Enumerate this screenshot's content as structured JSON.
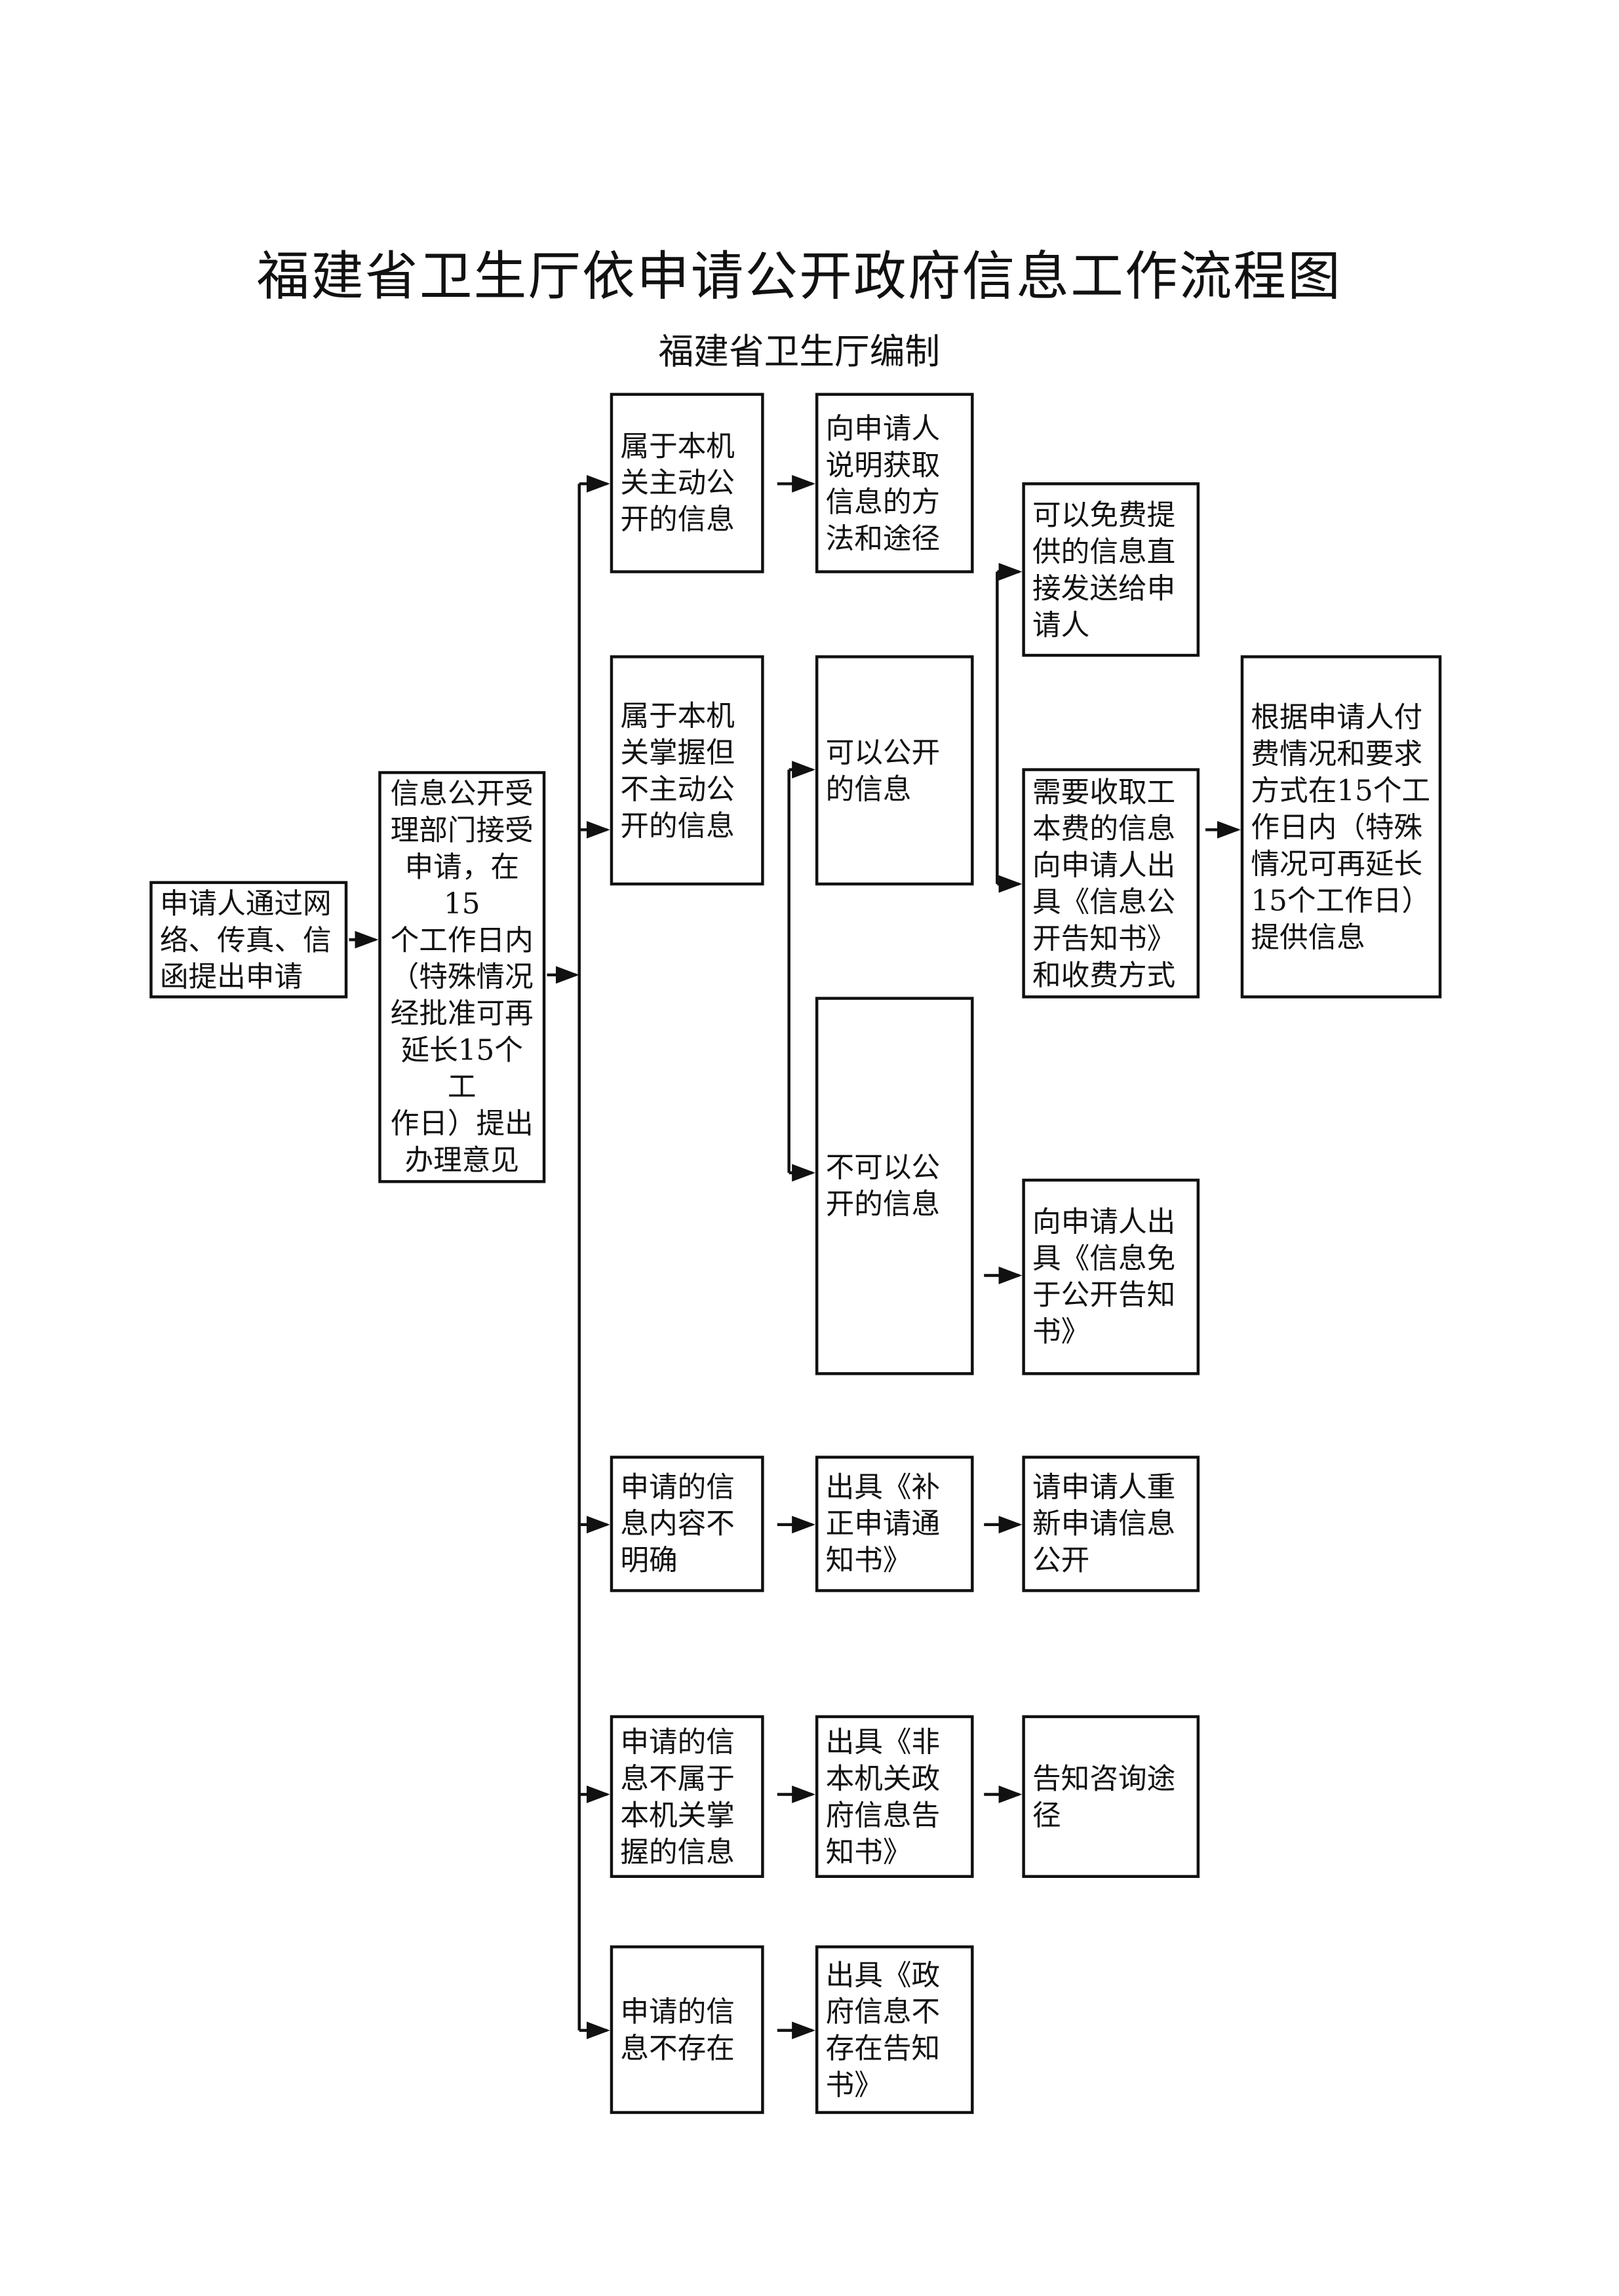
{
  "title": "福建省卫生厅依申请公开政府信息工作流程图",
  "subtitle": "福建省卫生厅编制",
  "boxes": {
    "apply": "申请人通过网\n络、传真、信\n函提出申请",
    "accept": "信息公开受\n理部门接受\n申请，在15\n个工作日内\n（特殊情况\n经批准可再\n延长15个工\n作日）提出\n办理意见",
    "active_public": "属于本机\n关主动公\n开的信息",
    "explain_method": "向申请人\n说明获取\n信息的方\n法和途径",
    "held_not_active": "属于本机\n关掌握但\n不主动公\n开的信息",
    "can_public": "可以公开\n的信息",
    "cannot_public": "不可以公\n开的信息",
    "free_send": "可以免费提\n供的信息直\n接发送给申\n请人",
    "fee_notice": "需要收取工\n本费的信息\n向申请人出\n具《信息公\n开告知书》\n和收费方式",
    "provide_info": "根据申请人付\n费情况和要求\n方式在15个工\n作日内（特殊\n情况可再延长\n15个工作日）\n提供信息",
    "exempt_notice": "向申请人出\n具《信息免\n于公开告知\n书》",
    "unclear": "申请的信\n息内容不\n明确",
    "correction_notice": "出具《补\n正申请通\n知书》",
    "reapply": "请申请人重\n新申请信息\n公开",
    "not_held": "申请的信\n息不属于\n本机关掌\n握的信息",
    "non_agency_notice": "出具《非\n本机关政\n府信息告\n知书》",
    "consult_route": "告知咨询途\n径",
    "not_exist": "申请的信\n息不存在",
    "not_exist_notice": "出具《政\n府信息不\n存在告知\n书》"
  }
}
